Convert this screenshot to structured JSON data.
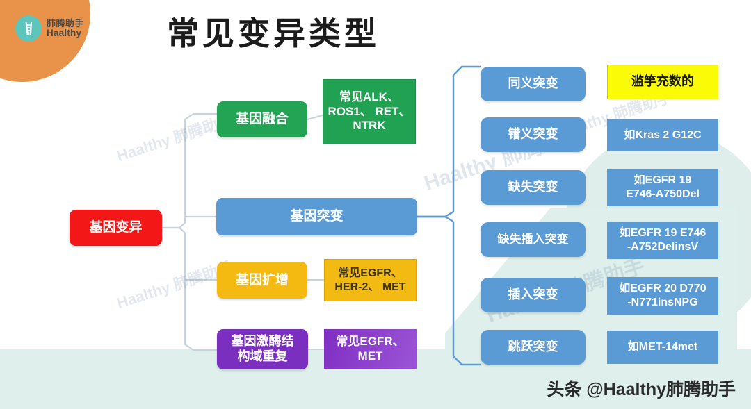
{
  "slide": {
    "title": "常见变异类型",
    "footer_watermark": "头条 @Haalthy肺腾助手",
    "background_watermark": "Haalthy 肺腾助手"
  },
  "logo": {
    "icon": "ladder-lung-logo-icon",
    "cn_name": "肺腾助手",
    "en_name": "Haalthy"
  },
  "diagram": {
    "root": {
      "label": "基因变异",
      "color": "#f31717"
    },
    "branches": [
      {
        "label": "基因融合",
        "color": "#23a455",
        "detail": "常见ALK、\nROS1、 RET、\nNTRK",
        "detail_color": "#21a152"
      },
      {
        "label": "基因突变",
        "color": "#5b9bd5",
        "detail": null,
        "detail_color": null
      },
      {
        "label": "基因扩增",
        "color": "#f4ba12",
        "detail": "常见EGFR、\nHER-2、 MET",
        "detail_color": "#f3ba14"
      },
      {
        "label": "基因激酶结\n构域重复",
        "color": "#7b2fbe",
        "detail": "常见EGFR、\nMET",
        "detail_color": "#7f2ec2"
      }
    ],
    "mutation_subtypes": [
      {
        "label": "同义突变",
        "detail": "滥竽充数的",
        "detail_color": "#fbfb06"
      },
      {
        "label": "错义突变",
        "detail": "如Kras 2 G12C",
        "detail_color": "#5b9bd5"
      },
      {
        "label": "缺失突变",
        "detail": "如EGFR 19\nE746-A750Del",
        "detail_color": "#5b9bd5"
      },
      {
        "label": "缺失插入突变",
        "detail": "如EGFR 19 E746\n-A752DelinsV",
        "detail_color": "#5b9bd5"
      },
      {
        "label": "插入突变",
        "detail": "如EGFR 20 D770\n-N771insNPG",
        "detail_color": "#5b9bd5"
      },
      {
        "label": "跳跃突变",
        "detail": "如MET-14met",
        "detail_color": "#5b9bd5"
      }
    ]
  },
  "colors": {
    "orange_blob": "#e8924a",
    "mint_shape": "#dff0ec",
    "connector_grey": "#c8d3e0",
    "connector_blue": "#5b9bd5"
  }
}
